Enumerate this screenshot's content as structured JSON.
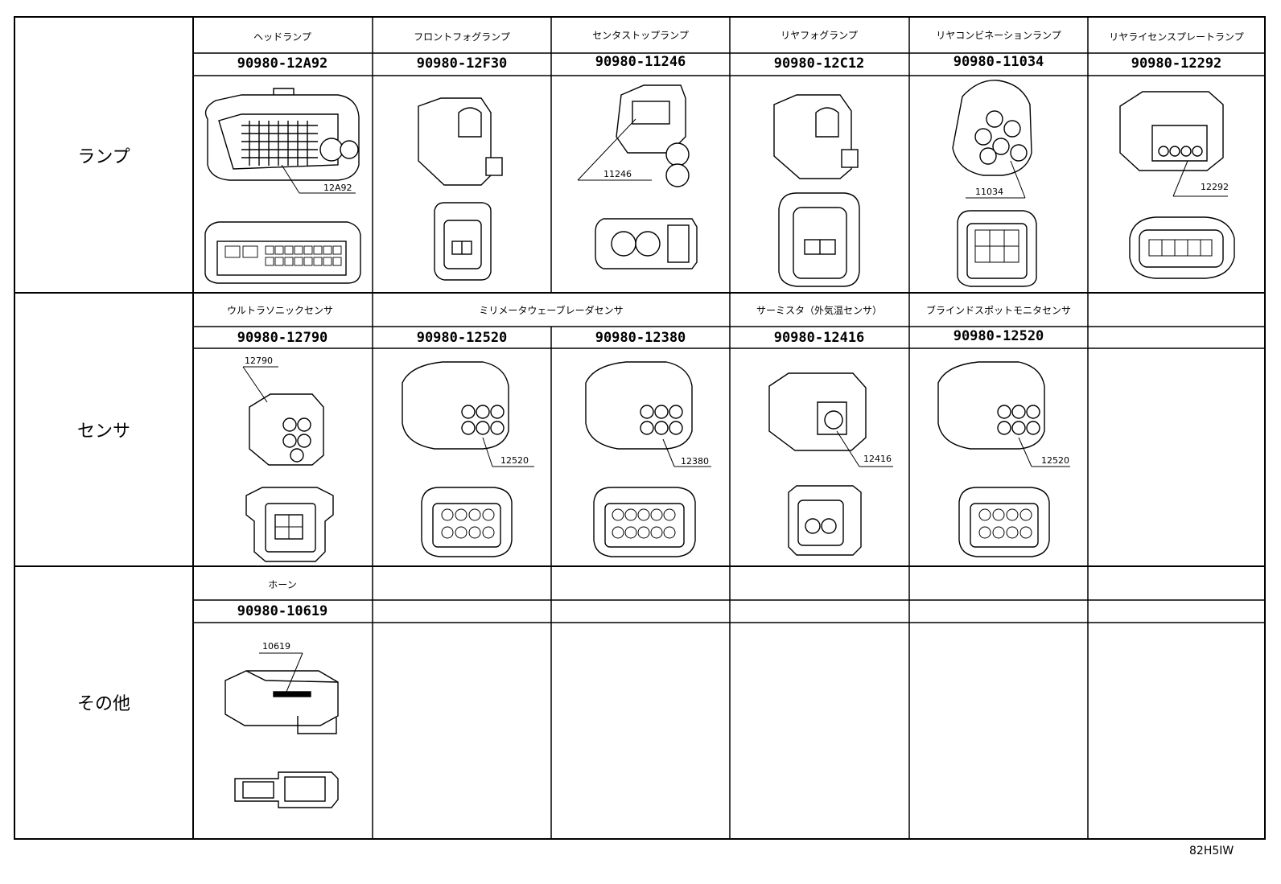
{
  "categories": [
    "ランプ",
    "センサ",
    "その他"
  ],
  "rows": [
    {
      "cells": [
        {
          "name": "ヘッドランプ",
          "part": "90980-12A92",
          "tag": "12A92"
        },
        {
          "name": "フロントフォグランプ",
          "part": "90980-12F30"
        },
        {
          "name": "センタストップランプ",
          "part": "90980-11246",
          "tag": "11246"
        },
        {
          "name": "リヤフォグランプ",
          "part": "90980-12C12"
        },
        {
          "name": "リヤコンビネーションランプ",
          "part": "90980-11034",
          "tag": "11034"
        },
        {
          "name": "リヤライセンスプレートランプ",
          "part": "90980-12292",
          "tag": "12292"
        }
      ]
    },
    {
      "cells": [
        {
          "name": "ウルトラソニックセンサ",
          "part": "90980-12790",
          "tag": "12790"
        },
        {
          "name": "ミリメータウェーブレーダセンサ",
          "part": "90980-12520",
          "tag": "12520"
        },
        {
          "name": "",
          "part": "90980-12380",
          "tag": "12380"
        },
        {
          "name": "サーミスタ（外気温センサ）",
          "part": "90980-12416",
          "tag": "12416"
        },
        {
          "name": "ブラインドスポットモニタセンサ",
          "part": "90980-12520",
          "tag": "12520"
        },
        {
          "name": "",
          "part": ""
        }
      ]
    },
    {
      "cells": [
        {
          "name": "ホーン",
          "part": "90980-10619",
          "tag": "10619"
        },
        {
          "name": "",
          "part": ""
        },
        {
          "name": "",
          "part": ""
        },
        {
          "name": "",
          "part": ""
        },
        {
          "name": "",
          "part": ""
        },
        {
          "name": "",
          "part": ""
        }
      ]
    }
  ],
  "diagram_code": "82H5IW"
}
